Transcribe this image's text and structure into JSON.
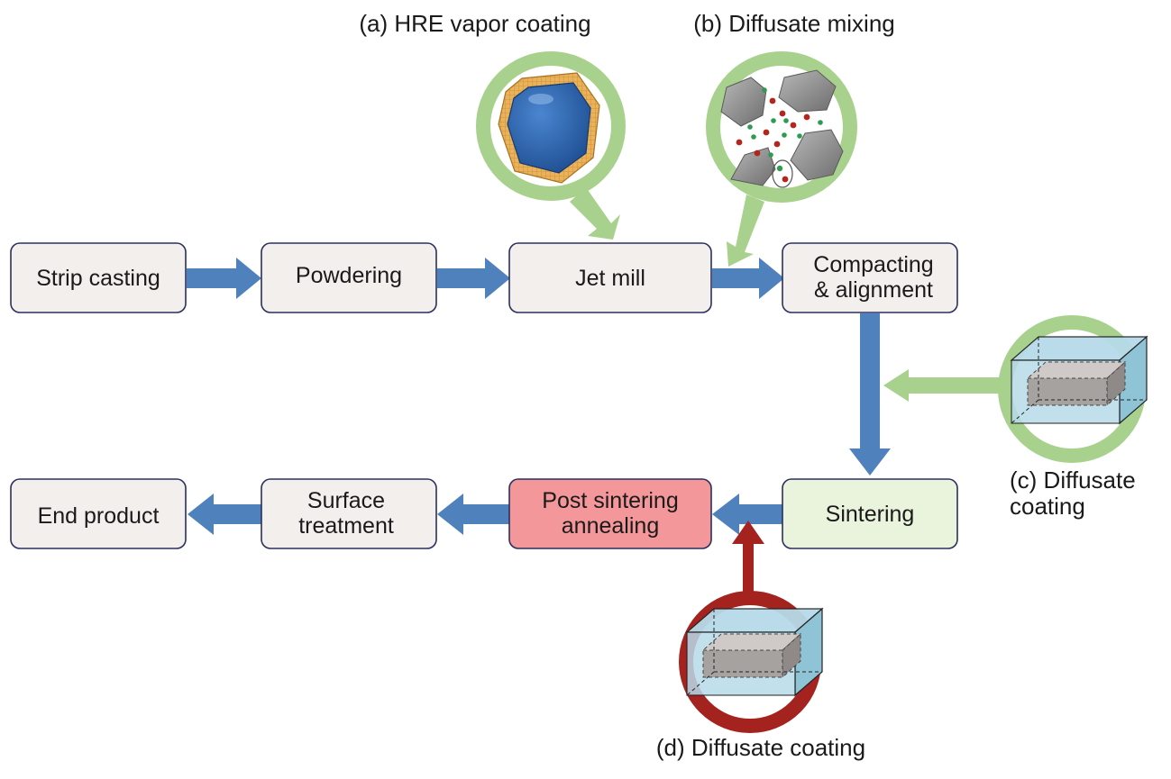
{
  "colors": {
    "flow_arrow": "#4f81bd",
    "callout_green": "#a9d18e",
    "callout_red": "#a5231f",
    "box_default": "#f2efed",
    "box_sintering": "#eaf3dc",
    "box_annealing": "#f4979b",
    "box_border": "#2b2f5e",
    "grain_blue": "#2f66b0",
    "coating_orange": "#e8a640",
    "particle_gray": "#8d8d8d",
    "dot_red": "#b3261e",
    "dot_green": "#2e9a52",
    "coating_cyan": "#b7dbe9",
    "magnet_gray": "#a6a2a0"
  },
  "steps": {
    "strip_casting": "Strip casting",
    "powdering": "Powdering",
    "jet_mill": "Jet mill",
    "compacting_1": "Compacting",
    "compacting_2": "& alignment",
    "sintering": "Sintering",
    "annealing_1": "Post sintering",
    "annealing_2": "annealing",
    "surface_1": "Surface",
    "surface_2": "treatment",
    "end_product": "End product"
  },
  "captions": {
    "a": "(a) HRE vapor coating",
    "b": "(b) Diffusate mixing",
    "c_1": "(c) Diffusate",
    "c_2": "coating",
    "d": "(d) Diffusate coating"
  },
  "icons": {
    "a": "coated-grain-icon",
    "b": "particle-mix-icon",
    "c": "coated-magnet-block-icon",
    "d": "coated-magnet-block-icon"
  }
}
